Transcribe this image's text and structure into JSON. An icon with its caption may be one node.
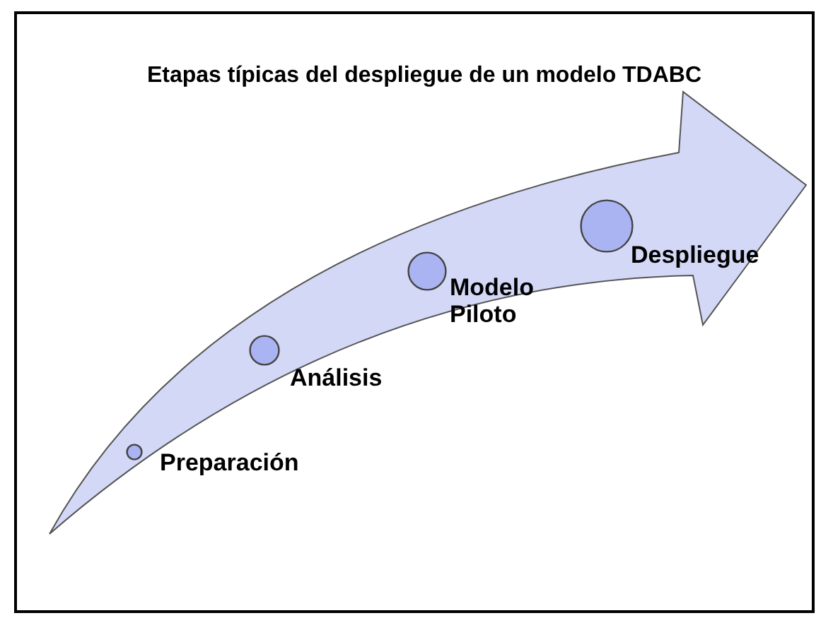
{
  "diagram": {
    "title": "Etapas típicas del despliegue de un modelo TDABC",
    "nodes": [
      {
        "text": [],
        "shape": "circle",
        "beside": [
          "Preparación"
        ]
      },
      {
        "text": [],
        "shape": "circle",
        "beside": [
          "Análisis"
        ]
      },
      {
        "text": [],
        "shape": "circle",
        "beside": [
          "Modelo Piloto"
        ]
      },
      {
        "text": [],
        "shape": "circle",
        "beside": [
          "Despliegue"
        ]
      }
    ]
  }
}
